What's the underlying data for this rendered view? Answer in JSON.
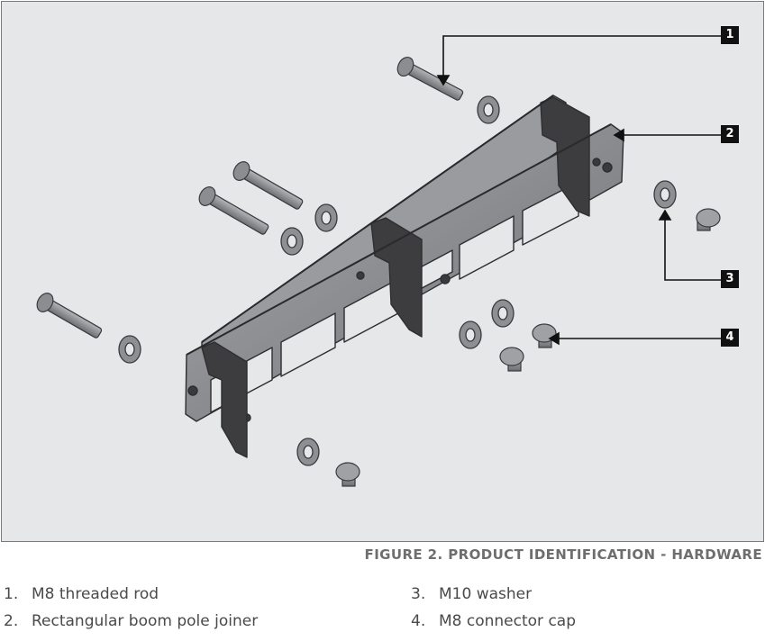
{
  "figure": {
    "caption": "FIGURE 2. PRODUCT IDENTIFICATION - HARDWARE",
    "callouts": [
      "1",
      "2",
      "3",
      "4"
    ]
  },
  "legend": [
    {
      "number": "1.",
      "label": "M8 threaded rod"
    },
    {
      "number": "2.",
      "label": "Rectangular boom pole joiner"
    },
    {
      "number": "3.",
      "label": "M10 washer"
    },
    {
      "number": "4.",
      "label": "M8 connector cap"
    }
  ]
}
